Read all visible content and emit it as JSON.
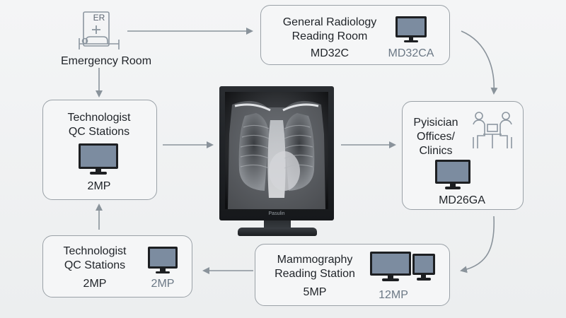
{
  "emergency_room": {
    "badge": "ER",
    "label": "Emergency Room"
  },
  "general_radiology": {
    "title_line1": "General Radiology",
    "title_line2": "Reading Room",
    "model": "MD32C",
    "monitor_label": "MD32CA"
  },
  "tech_qc_top": {
    "title_line1": "Technologist",
    "title_line2": "QC Stations",
    "resolution": "2MP"
  },
  "physician_offices": {
    "title_line1": "Pyisician",
    "title_line2": "Offices/",
    "title_line3": "Clinics",
    "model": "MD26GA"
  },
  "tech_qc_bottom": {
    "title_line1": "Technologist",
    "title_line2": "QC Stations",
    "resolution": "2MP",
    "monitor_label": "2MP"
  },
  "mammography": {
    "title_line1": "Mammography",
    "title_line2": "Reading Station",
    "resolution": "5MP",
    "monitor_label": "12MP"
  },
  "center_display": {
    "brand": "Pasulin"
  },
  "colors": {
    "box_border": "#9aa1a7",
    "arrow": "#8a939b",
    "screen": "#7c8ca0",
    "bezel": "#1d1f22",
    "muted_text": "#6b7885"
  }
}
